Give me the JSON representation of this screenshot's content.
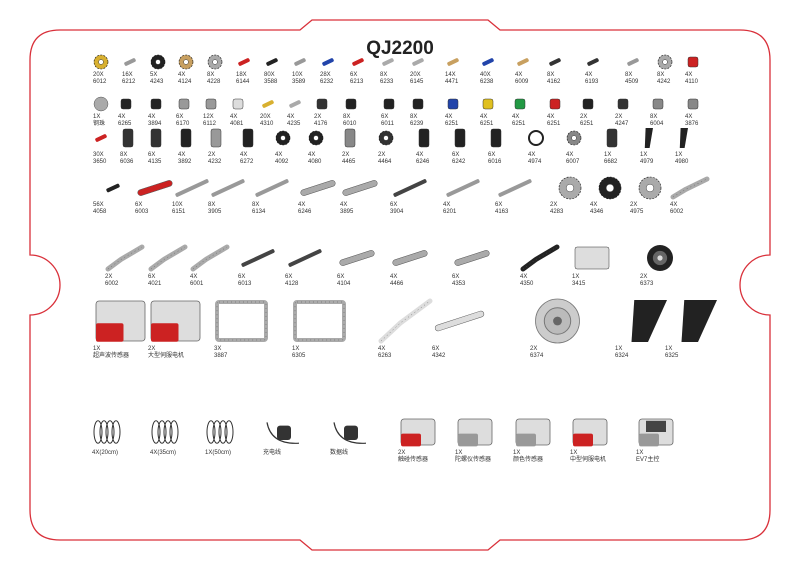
{
  "sheet": {
    "title": "QJ2200",
    "border_color": "#d9303a"
  },
  "rows": [
    {
      "parts": [
        {
          "q": "20X",
          "c": "6012",
          "icon": "gear-small-yellow",
          "color": "#d8b030"
        },
        {
          "q": "16X",
          "c": "6212",
          "icon": "bush-gray",
          "color": "#999999"
        },
        {
          "q": "5X",
          "c": "4243",
          "icon": "gear-black",
          "color": "#222222"
        },
        {
          "q": "4X",
          "c": "4124",
          "icon": "gear-tan",
          "color": "#c8a060"
        },
        {
          "q": "8X",
          "c": "4228",
          "icon": "gear-gray",
          "color": "#aaaaaa"
        },
        {
          "q": "18X",
          "c": "6144",
          "icon": "pin-red",
          "color": "#cc2222"
        },
        {
          "q": "80X",
          "c": "3588",
          "icon": "pin-black",
          "color": "#222222"
        },
        {
          "q": "10X",
          "c": "3589",
          "icon": "pin-gray",
          "color": "#999999"
        },
        {
          "q": "28X",
          "c": "6232",
          "icon": "pin-blue",
          "color": "#2244aa"
        },
        {
          "q": "6X",
          "c": "6213",
          "icon": "pin-red",
          "color": "#cc2222"
        },
        {
          "q": "8X",
          "c": "6233",
          "icon": "axle-gray",
          "color": "#aaaaaa"
        },
        {
          "q": "20X",
          "c": "6145",
          "icon": "axle-gray",
          "color": "#aaaaaa"
        },
        {
          "q": "14X",
          "c": "4471",
          "icon": "pin-tan",
          "color": "#c8a060"
        },
        {
          "q": "40X",
          "c": "6238",
          "icon": "pin-blue",
          "color": "#2244aa"
        },
        {
          "q": "4X",
          "c": "6009",
          "icon": "pin-tan",
          "color": "#c8a060"
        },
        {
          "q": "8X",
          "c": "4162",
          "icon": "axle-dark",
          "color": "#333333"
        },
        {
          "q": "4X",
          "c": "6193",
          "icon": "axle-dark",
          "color": "#333333"
        },
        {
          "q": "8X",
          "c": "4509",
          "icon": "bush-gray",
          "color": "#999999"
        },
        {
          "q": "8X",
          "c": "4242",
          "icon": "gear-gray",
          "color": "#aaaaaa"
        },
        {
          "q": "4X",
          "c": "4110",
          "icon": "block-red",
          "color": "#cc2222"
        }
      ]
    },
    {
      "parts": [
        {
          "q": "1X",
          "c": "钢珠",
          "icon": "ball-gray",
          "color": "#aaaaaa"
        },
        {
          "q": "4X",
          "c": "6265",
          "icon": "block-black",
          "color": "#222222"
        },
        {
          "q": "4X",
          "c": "3894",
          "icon": "block-black",
          "color": "#222222"
        },
        {
          "q": "6X",
          "c": "6170",
          "icon": "block-gray",
          "color": "#999999"
        },
        {
          "q": "12X",
          "c": "6112",
          "icon": "block-gray",
          "color": "#999999"
        },
        {
          "q": "4X",
          "c": "4081",
          "icon": "plate-white",
          "color": "#dddddd"
        },
        {
          "q": "20X",
          "c": "4310",
          "icon": "pin-yellow",
          "color": "#d8b030"
        },
        {
          "q": "4X",
          "c": "4235",
          "icon": "spring-gray",
          "color": "#aaaaaa"
        },
        {
          "q": "2X",
          "c": "4176",
          "icon": "connector-dark",
          "color": "#333333"
        },
        {
          "q": "8X",
          "c": "6010",
          "icon": "connector-black",
          "color": "#222222"
        },
        {
          "q": "6X",
          "c": "6011",
          "icon": "connector-black",
          "color": "#222222"
        },
        {
          "q": "8X",
          "c": "6239",
          "icon": "connector-black",
          "color": "#222222"
        },
        {
          "q": "4X",
          "c": "6251",
          "icon": "connector-blue",
          "color": "#2244aa"
        },
        {
          "q": "4X",
          "c": "6251",
          "icon": "connector-yellow",
          "color": "#e0c020"
        },
        {
          "q": "4X",
          "c": "6251",
          "icon": "connector-green",
          "color": "#229944"
        },
        {
          "q": "4X",
          "c": "6251",
          "icon": "connector-red",
          "color": "#cc2222"
        },
        {
          "q": "2X",
          "c": "6251",
          "icon": "connector-black",
          "color": "#222222"
        },
        {
          "q": "2X",
          "c": "4247",
          "icon": "connector-dark",
          "color": "#333333"
        },
        {
          "q": "8X",
          "c": "6004",
          "icon": "connector-gray",
          "color": "#888888"
        },
        {
          "q": "4X",
          "c": "3876",
          "icon": "connector-gray",
          "color": "#888888"
        }
      ]
    },
    {
      "parts": [
        {
          "q": "30X",
          "c": "3650",
          "icon": "axle-red",
          "color": "#cc2222"
        },
        {
          "q": "8X",
          "c": "6036",
          "icon": "connector-dark",
          "color": "#333333"
        },
        {
          "q": "6X",
          "c": "4135",
          "icon": "connector-dark",
          "color": "#333333"
        },
        {
          "q": "4X",
          "c": "3892",
          "icon": "connector-black",
          "color": "#222222"
        },
        {
          "q": "2X",
          "c": "4232",
          "icon": "connector-gray",
          "color": "#999999"
        },
        {
          "q": "4X",
          "c": "6272",
          "icon": "connector-black",
          "color": "#222222"
        },
        {
          "q": "4X",
          "c": "4092",
          "icon": "gear-black",
          "color": "#222222"
        },
        {
          "q": "4X",
          "c": "4080",
          "icon": "gear-black",
          "color": "#222222"
        },
        {
          "q": "2X",
          "c": "4465",
          "icon": "cam-gray",
          "color": "#888888"
        },
        {
          "q": "2X",
          "c": "4464",
          "icon": "gear-dark",
          "color": "#333333"
        },
        {
          "q": "4X",
          "c": "6246",
          "icon": "connector-black",
          "color": "#222222"
        },
        {
          "q": "6X",
          "c": "6242",
          "icon": "connector-black",
          "color": "#222222"
        },
        {
          "q": "6X",
          "c": "6016",
          "icon": "connector-black",
          "color": "#222222"
        },
        {
          "q": "4X",
          "c": "4974",
          "icon": "ring-black",
          "color": "#222222"
        },
        {
          "q": "4X",
          "c": "6007",
          "icon": "hub-gray",
          "color": "#888888"
        },
        {
          "q": "1X",
          "c": "6682",
          "icon": "block-dark",
          "color": "#333333"
        },
        {
          "q": "1X",
          "c": "4979",
          "icon": "panel-black",
          "color": "#222222"
        },
        {
          "q": "1X",
          "c": "4980",
          "icon": "panel-black",
          "color": "#222222"
        }
      ]
    },
    {
      "parts": [
        {
          "q": "56X",
          "c": "4058",
          "icon": "pin-black",
          "color": "#222222"
        },
        {
          "q": "6X",
          "c": "6003",
          "icon": "beam-red",
          "color": "#cc2222"
        },
        {
          "q": "10X",
          "c": "6151",
          "icon": "axle-gray",
          "color": "#999999"
        },
        {
          "q": "8X",
          "c": "3905",
          "icon": "axle-gray",
          "color": "#999999"
        },
        {
          "q": "8X",
          "c": "6134",
          "icon": "axle-gray",
          "color": "#999999"
        },
        {
          "q": "4X",
          "c": "6246",
          "icon": "beam-gray",
          "color": "#aaaaaa"
        },
        {
          "q": "4X",
          "c": "3895",
          "icon": "beam-gray",
          "color": "#aaaaaa"
        },
        {
          "q": "6X",
          "c": "3904",
          "icon": "axle-dark",
          "color": "#444444"
        },
        {
          "q": "4X",
          "c": "6201",
          "icon": "axle-gray",
          "color": "#999999"
        },
        {
          "q": "6X",
          "c": "4163",
          "icon": "axle-gray",
          "color": "#999999"
        },
        {
          "q": "2X",
          "c": "4283",
          "icon": "gear-large-gray",
          "color": "#aaaaaa"
        },
        {
          "q": "4X",
          "c": "4346",
          "icon": "gear-large-black",
          "color": "#222222"
        },
        {
          "q": "2X",
          "c": "4975",
          "icon": "gear-large-gray",
          "color": "#aaaaaa"
        },
        {
          "q": "4X",
          "c": "6002",
          "icon": "beam-bent-gray",
          "color": "#aaaaaa"
        }
      ]
    },
    {
      "parts": [
        {
          "q": "2X",
          "c": "6002",
          "icon": "beam-bent-gray",
          "color": "#aaaaaa"
        },
        {
          "q": "6X",
          "c": "4021",
          "icon": "beam-bent-gray",
          "color": "#aaaaaa"
        },
        {
          "q": "4X",
          "c": "6001",
          "icon": "beam-bent-gray",
          "color": "#aaaaaa"
        },
        {
          "q": "6X",
          "c": "6013",
          "icon": "axle-dark",
          "color": "#444444"
        },
        {
          "q": "6X",
          "c": "4128",
          "icon": "axle-dark",
          "color": "#444444"
        },
        {
          "q": "6X",
          "c": "4104",
          "icon": "beam-gray",
          "color": "#aaaaaa"
        },
        {
          "q": "4X",
          "c": "4466",
          "icon": "beam-gray",
          "color": "#aaaaaa"
        },
        {
          "q": "6X",
          "c": "4353",
          "icon": "beam-gray",
          "color": "#aaaaaa"
        },
        {
          "q": "4X",
          "c": "4350",
          "icon": "beam-bent-black",
          "color": "#222222"
        },
        {
          "q": "1X",
          "c": "3415",
          "icon": "plate-white",
          "color": "#dddddd"
        },
        {
          "q": "2X",
          "c": "6373",
          "icon": "tire-black",
          "color": "#222222"
        }
      ]
    },
    {
      "parts": [
        {
          "q": "1X",
          "c": "超声波传感器",
          "icon": "sensor-ultrasonic",
          "color": "#cc2222"
        },
        {
          "q": "2X",
          "c": "大型伺服电机",
          "icon": "motor-large",
          "color": "#cc2222"
        },
        {
          "q": "3X",
          "c": "3887",
          "icon": "frame-gray",
          "color": "#aaaaaa"
        },
        {
          "q": "1X",
          "c": "6305",
          "icon": "frame-long-gray",
          "color": "#aaaaaa"
        },
        {
          "q": "4X",
          "c": "6263",
          "icon": "beam-bent-white",
          "color": "#dddddd"
        },
        {
          "q": "6X",
          "c": "4342",
          "icon": "beam-white",
          "color": "#dddddd"
        },
        {
          "q": "2X",
          "c": "6374",
          "icon": "wheel-hub-gray",
          "color": "#aaaaaa"
        },
        {
          "q": "1X",
          "c": "6324",
          "icon": "panel-black",
          "color": "#222222"
        },
        {
          "q": "1X",
          "c": "6325",
          "icon": "panel-black",
          "color": "#222222"
        }
      ]
    },
    {
      "parts": [
        {
          "q": "4X(20cm)",
          "c": "",
          "icon": "cable-coil",
          "color": "#333333"
        },
        {
          "q": "4X(35cm)",
          "c": "",
          "icon": "cable-coil",
          "color": "#333333"
        },
        {
          "q": "1X(50cm)",
          "c": "",
          "icon": "cable-coil",
          "color": "#333333"
        },
        {
          "q": "",
          "c": "充电线",
          "icon": "charger",
          "color": "#333333"
        },
        {
          "q": "",
          "c": "数据线",
          "icon": "usb-cable",
          "color": "#333333"
        },
        {
          "q": "2X",
          "c": "触碰传感器",
          "icon": "sensor-touch",
          "color": "#cc2222"
        },
        {
          "q": "1X",
          "c": "陀螺仪传感器",
          "icon": "sensor-gray",
          "color": "#999999"
        },
        {
          "q": "1X",
          "c": "颜色传感器",
          "icon": "sensor-color",
          "color": "#999999"
        },
        {
          "q": "1X",
          "c": "中型伺服电机",
          "icon": "motor-medium",
          "color": "#cc2222"
        },
        {
          "q": "1X",
          "c": "EV7主控",
          "icon": "brick-controller",
          "color": "#999999"
        }
      ]
    }
  ]
}
